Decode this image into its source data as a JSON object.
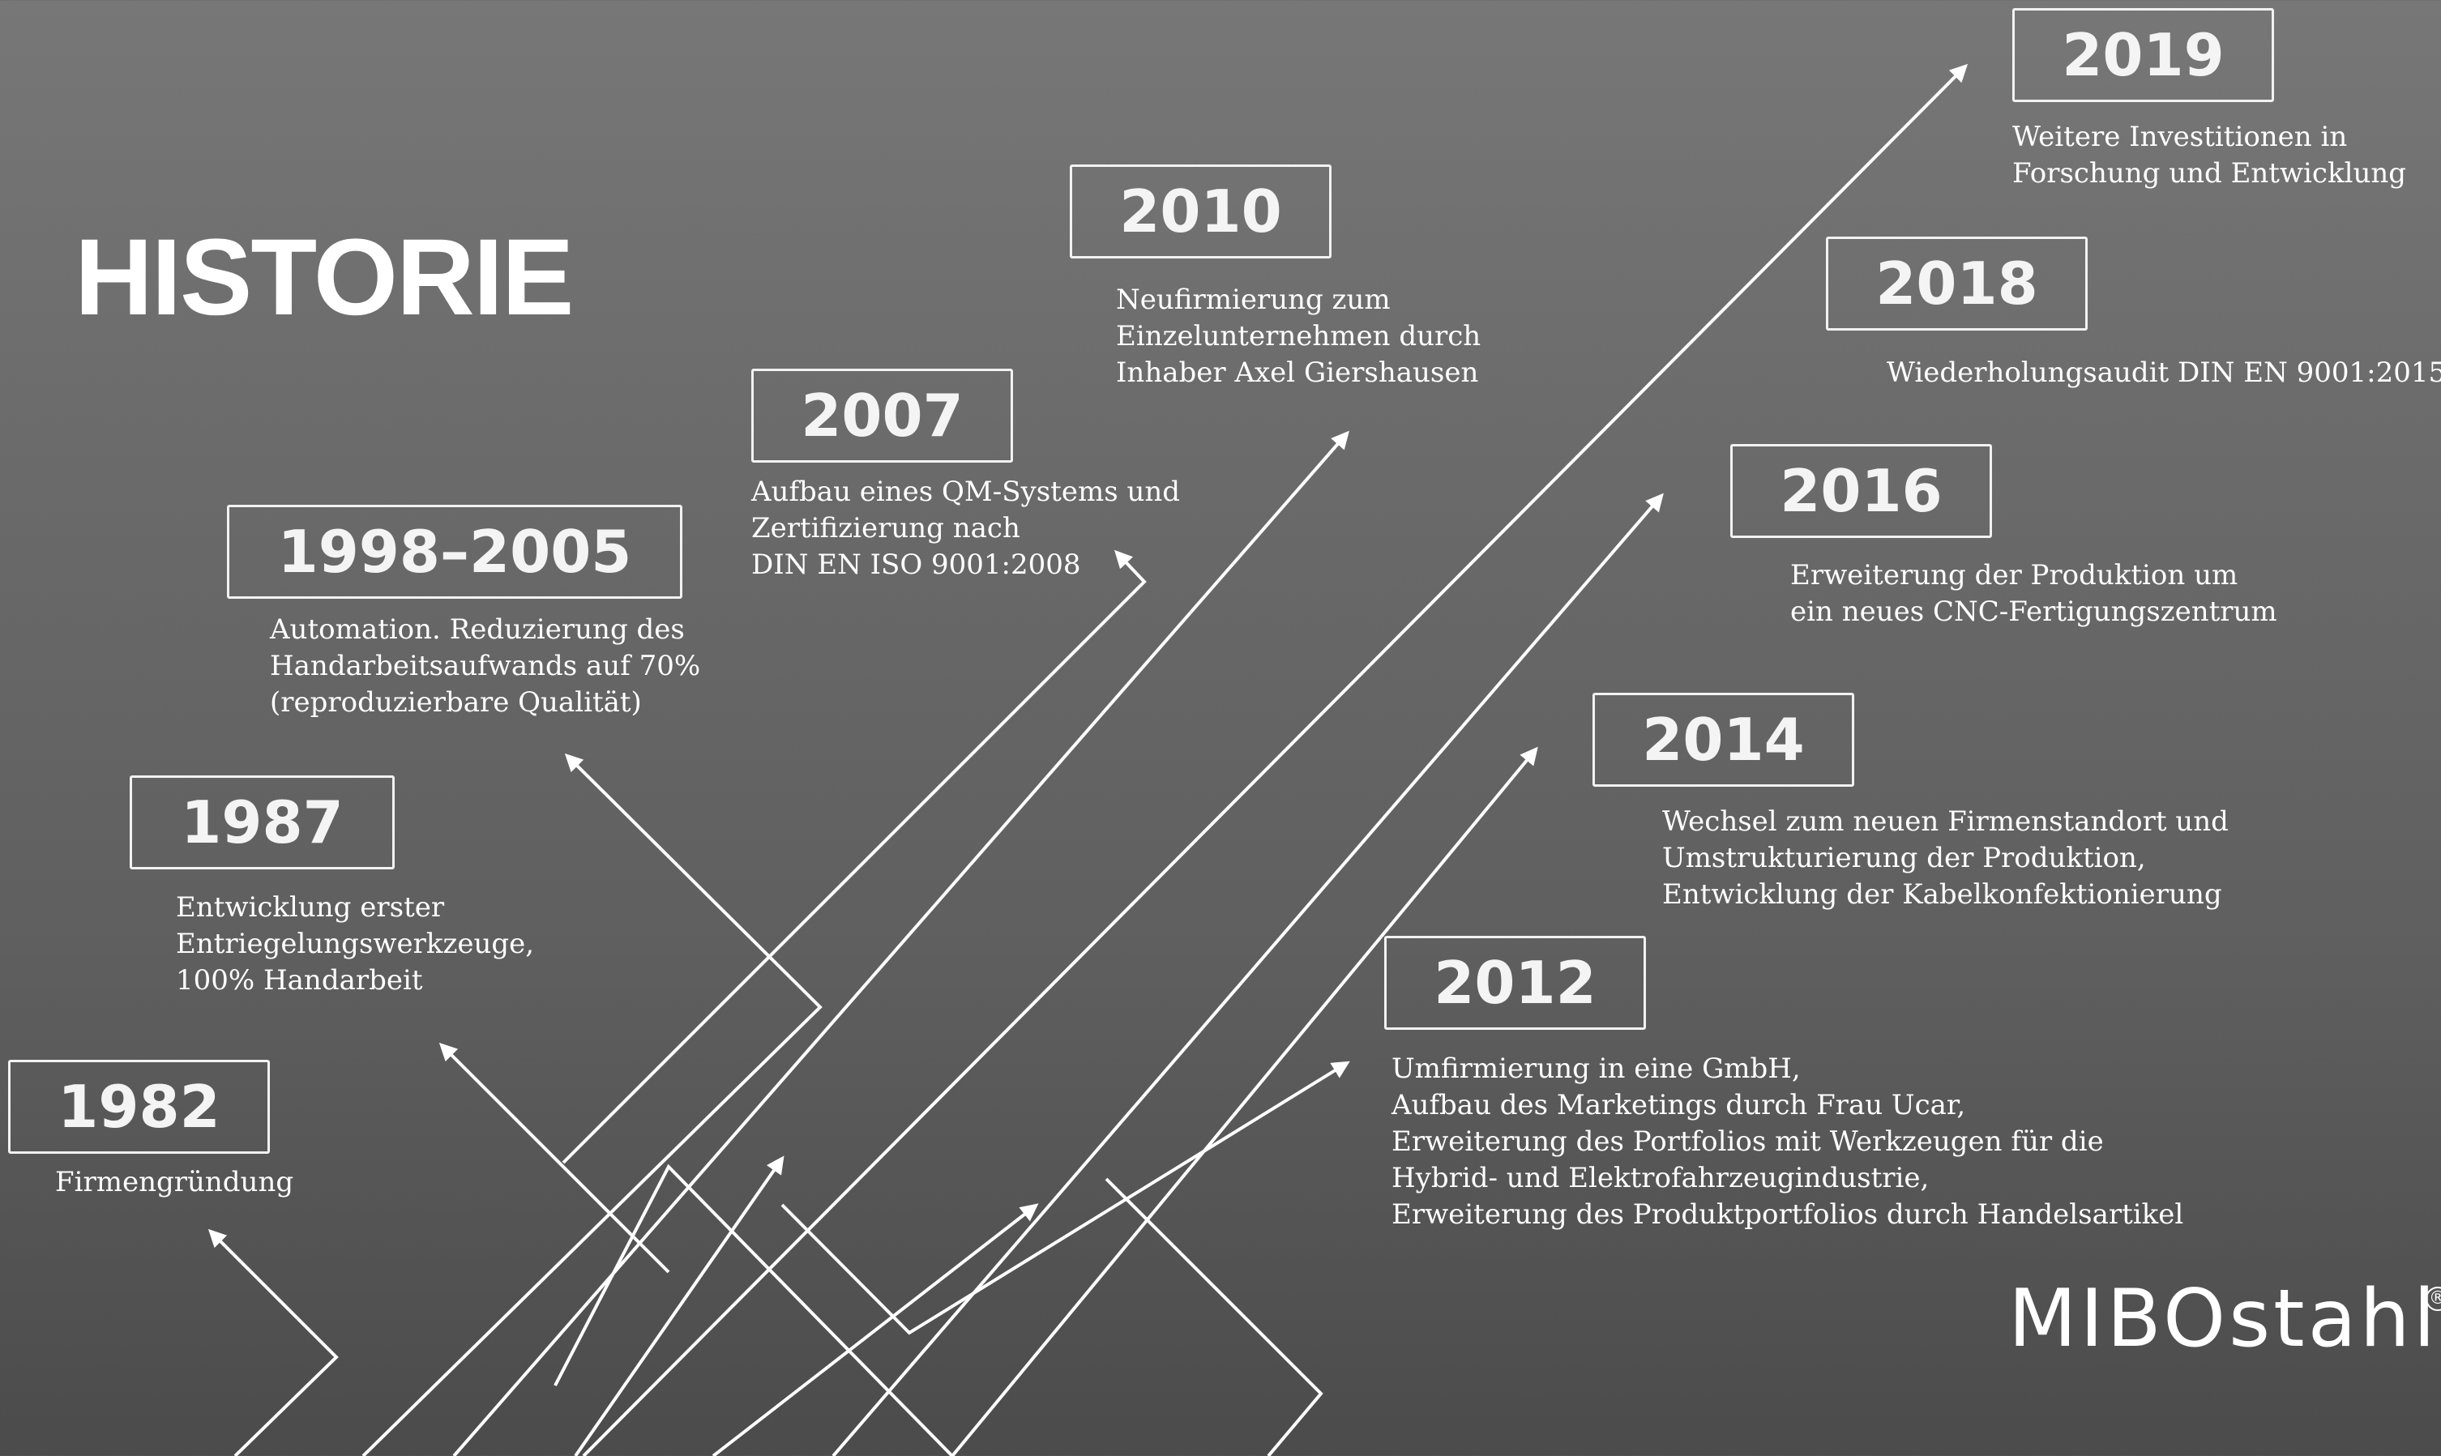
{
  "title": "HISTORIE",
  "milestones": [
    {
      "year": "1982",
      "lines": [
        "Firmengründung"
      ]
    },
    {
      "year": "1987",
      "lines": [
        "Entwicklung erster",
        "Entriegelungswerkzeuge,",
        "100% Handarbeit"
      ]
    },
    {
      "year": "1998–2005",
      "lines": [
        "Automation. Reduzierung des",
        "Handarbeitsaufwands auf 70%",
        "(reproduzierbare Qualität)"
      ]
    },
    {
      "year": "2007",
      "lines": [
        "Aufbau eines QM-Systems und",
        "Zertifizierung nach",
        "DIN EN ISO 9001:2008"
      ]
    },
    {
      "year": "2010",
      "lines": [
        "Neufirmierung zum",
        "Einzelunternehmen durch",
        "Inhaber Axel Giershausen"
      ]
    },
    {
      "year": "2012",
      "lines": [
        "Umfirmierung in eine GmbH,",
        "Aufbau des Marketings durch Frau Ucar,",
        "Erweiterung des Portfolios mit Werkzeugen für die",
        "Hybrid- und Elektrofahrzeugindustrie,",
        "Erweiterung des Produktportfolios durch Handelsartikel"
      ]
    },
    {
      "year": "2014",
      "lines": [
        "Wechsel zum neuen Firmenstandort und",
        "Umstrukturierung der Produktion,",
        "Entwicklung der Kabelkonfektionierung"
      ]
    },
    {
      "year": "2016",
      "lines": [
        "Erweiterung der Produktion um",
        "ein neues CNC-Fertigungszentrum"
      ]
    },
    {
      "year": "2018",
      "lines": [
        "Wiederholungsaudit DIN EN 9001:2015"
      ]
    },
    {
      "year": "2019",
      "lines": [
        "Weitere Investitionen in",
        "Forschung und Entwicklung"
      ]
    }
  ],
  "logo": {
    "text": "MIBOstahl",
    "mark": "®"
  },
  "colors": {
    "line": "#ffffff",
    "box_border": "#f2f2f2"
  }
}
